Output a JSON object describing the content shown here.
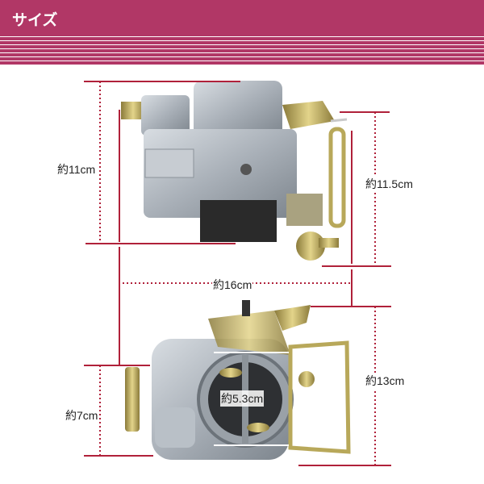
{
  "header": {
    "title": "サイズ"
  },
  "dimensions": {
    "top_height": "約11cm",
    "top_right_height": "約11.5cm",
    "width": "約16cm",
    "bottom_left_height": "約7cm",
    "bore_diameter": "約5.3cm",
    "bottom_right_height": "約13cm"
  },
  "colors": {
    "accent": "#b13766",
    "dimension_line": "#b0213a"
  }
}
